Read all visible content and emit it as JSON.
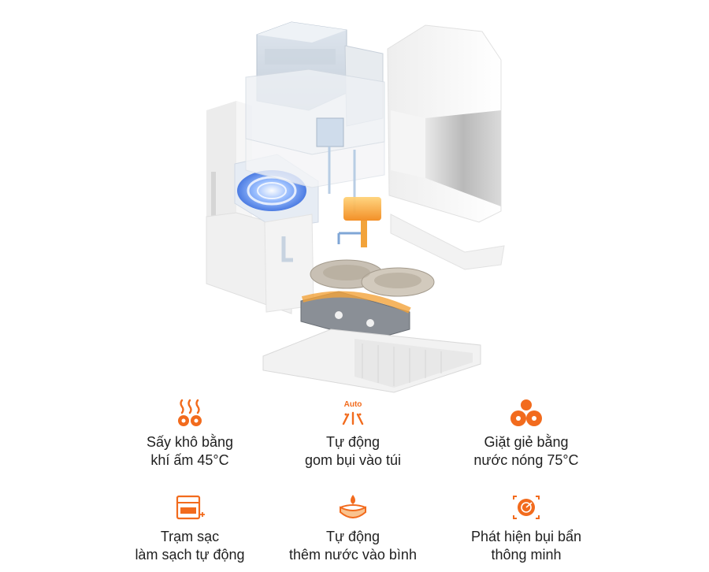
{
  "product_illustration": {
    "icon": "exploded-robot-vacuum-dock-illustration"
  },
  "accent_color": "#f26b1d",
  "features": [
    {
      "icon": "hot-air-dry-icon",
      "line1": "Sấy khô bằng",
      "line2": "khí ấm 45°C"
    },
    {
      "icon": "auto-dust-collect-icon",
      "badge": "Auto",
      "line1": "Tự động",
      "line2": "gom bụi vào túi"
    },
    {
      "icon": "hot-water-mop-wash-icon",
      "line1": "Giặt giẻ bằng",
      "line2": "nước nóng 75°C"
    },
    {
      "icon": "self-cleaning-station-icon",
      "line1": "Trạm sạc",
      "line2": "làm sạch tự động"
    },
    {
      "icon": "auto-water-refill-icon",
      "line1": "Tự động",
      "line2": "thêm nước vào bình"
    },
    {
      "icon": "smart-dirt-detection-icon",
      "line1": "Phát hiện bụi bẩn",
      "line2": "thông minh"
    }
  ]
}
